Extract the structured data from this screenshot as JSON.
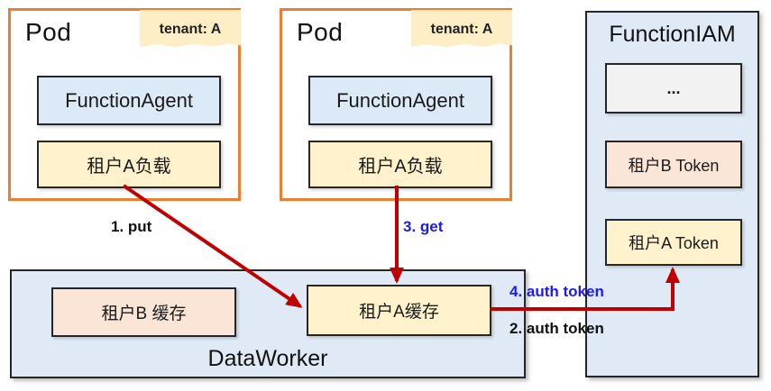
{
  "pods": [
    {
      "title": "Pod",
      "tenant": "tenant: A",
      "agent": "FunctionAgent",
      "load": "租户A负载"
    },
    {
      "title": "Pod",
      "tenant": "tenant: A",
      "agent": "FunctionAgent",
      "load": "租户A负载"
    }
  ],
  "iam": {
    "title": "FunctionIAM",
    "items": [
      {
        "label": "..."
      },
      {
        "label": "租户B Token"
      },
      {
        "label": "租户A Token"
      }
    ]
  },
  "worker": {
    "title": "DataWorker",
    "items": [
      {
        "label": "租户B 缓存"
      },
      {
        "label": "租户A缓存"
      }
    ]
  },
  "arrows": [
    {
      "label": "1. put",
      "color": "#111111",
      "from": "pod-1-tenant-load",
      "to": "tenant-a-cache"
    },
    {
      "label": "2. auth token",
      "color": "#111111",
      "from": "tenant-a-cache",
      "to": "tenant-a-token"
    },
    {
      "label": "3. get",
      "color": "#1a1aff",
      "from": "pod-2-tenant-load",
      "to": "tenant-a-cache"
    },
    {
      "label": "4. auth token",
      "color": "#1a1aff",
      "from": "tenant-a-cache",
      "to": "tenant-a-token"
    }
  ],
  "colors": {
    "pod_border": "#ed7d31",
    "container_fill": "#dfeaf6",
    "agent_fill": "#dce9f7",
    "cream_fill": "#fff2cc",
    "pink_fill": "#fbe5d6",
    "gray_fill": "#f2f2f2",
    "tag_fill": "#fdeec5",
    "arrow_red": "#c00000",
    "label_blue": "#1a1aff",
    "box_border": "#262626"
  }
}
